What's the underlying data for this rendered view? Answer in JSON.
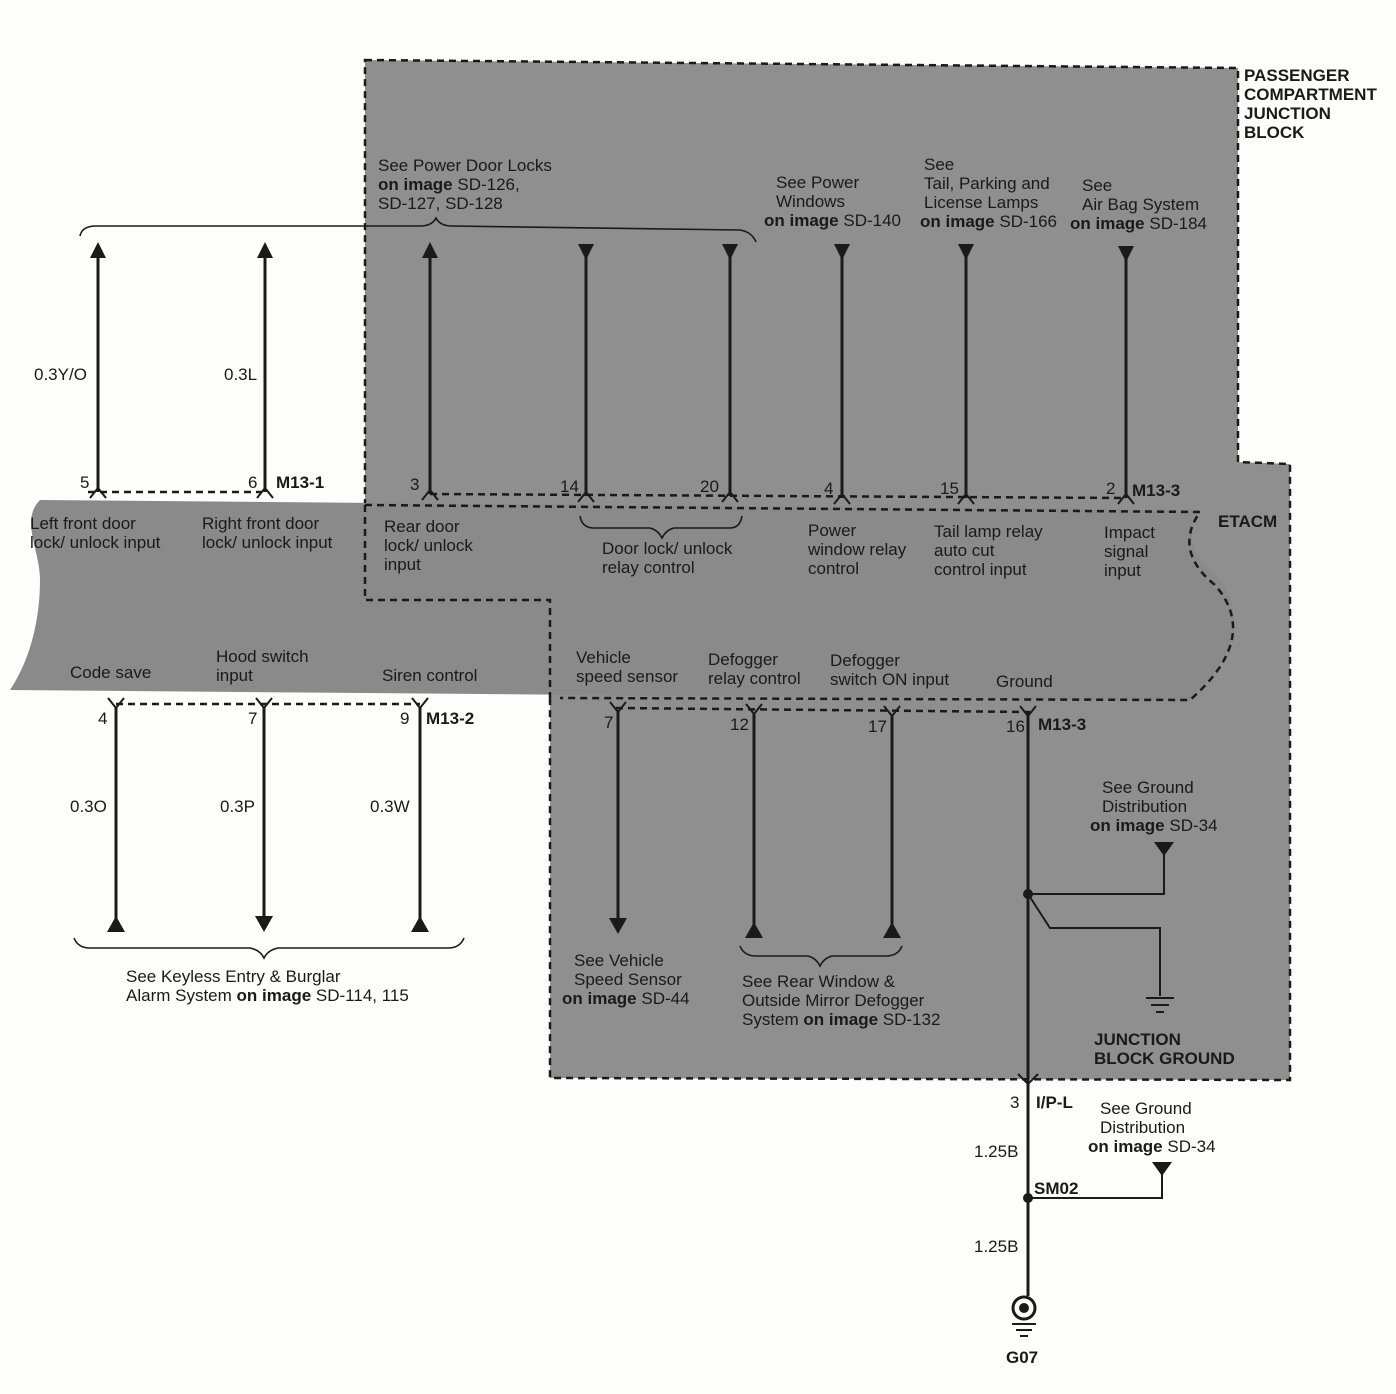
{
  "colors": {
    "background": "#fdfdfb",
    "shaded": "#8f8f8f",
    "ink": "#1a1a1a"
  },
  "junction_block": {
    "title": [
      "PASSENGER",
      "COMPARTMENT",
      "JUNCTION",
      "BLOCK"
    ]
  },
  "etacm": {
    "title": "ETACM"
  },
  "refs": {
    "power_door_locks": [
      "See Power Door Locks",
      "SD-126,",
      "SD-127, SD-128"
    ],
    "power_windows": [
      "See Power",
      "Windows",
      "SD-140"
    ],
    "tail_lamps": [
      "See",
      "Tail, Parking and",
      "License Lamps",
      "SD-166"
    ],
    "air_bag": [
      "See",
      "Air Bag System",
      "SD-184"
    ],
    "on_image": "on image",
    "keyless": [
      "See Keyless Entry & Burglar",
      "Alarm System",
      "SD-114, 115"
    ],
    "vehicle_speed": [
      "See Vehicle",
      "Speed Sensor",
      "SD-44"
    ],
    "rear_defogger": [
      "See Rear Window &",
      "Outside Mirror Defogger",
      "System",
      "SD-132"
    ],
    "ground_dist_1": [
      "See Ground",
      "Distribution",
      "SD-34"
    ],
    "ground_dist_2": [
      "See Ground",
      "Distribution",
      "SD-34"
    ]
  },
  "connectors": {
    "m13_1": "M13-1",
    "m13_2": "M13-2",
    "m13_3_top": "M13-3",
    "m13_3_bottom": "M13-3",
    "ipl": "I/P-L",
    "sm02": "SM02",
    "g07": "G07"
  },
  "top_pins": [
    {
      "pin": "5",
      "wire": "0.3Y/O",
      "label": [
        "Left front door",
        "lock/ unlock input"
      ]
    },
    {
      "pin": "6",
      "wire": "0.3L",
      "label": [
        "Right front door",
        "lock/ unlock input"
      ]
    },
    {
      "pin": "3",
      "wire": "",
      "label": [
        "Rear door",
        "lock/ unlock",
        "input"
      ]
    },
    {
      "pin": "14",
      "wire": "",
      "label": []
    },
    {
      "pin": "20",
      "wire": "",
      "label": []
    },
    {
      "pin": "4",
      "wire": "",
      "label": [
        "Power",
        "window relay",
        "control"
      ]
    },
    {
      "pin": "15",
      "wire": "",
      "label": [
        "Tail lamp relay",
        "auto cut",
        "control input"
      ]
    },
    {
      "pin": "2",
      "wire": "",
      "label": [
        "Impact",
        "signal",
        "input"
      ]
    }
  ],
  "door_lock_relay_label": [
    "Door lock/ unlock",
    "relay control"
  ],
  "bottom_pins": [
    {
      "pin": "4",
      "wire": "0.3O",
      "label": [
        "Code save"
      ]
    },
    {
      "pin": "7",
      "wire": "0.3P",
      "label": [
        "Hood switch",
        "input"
      ]
    },
    {
      "pin": "9",
      "wire": "0.3W",
      "label": [
        "Siren control"
      ]
    },
    {
      "pin": "7",
      "wire": "",
      "label": [
        "Vehicle",
        "speed sensor"
      ]
    },
    {
      "pin": "12",
      "wire": "",
      "label": [
        "Defogger",
        "relay control"
      ]
    },
    {
      "pin": "17",
      "wire": "",
      "label": [
        "Defogger",
        "switch ON input"
      ]
    },
    {
      "pin": "16",
      "wire": "",
      "label": [
        "Ground"
      ]
    }
  ],
  "ground": {
    "junction_ground": [
      "JUNCTION",
      "BLOCK GROUND"
    ],
    "ipl_pin": "3",
    "wire_1": "1.25B",
    "wire_2": "1.25B"
  }
}
